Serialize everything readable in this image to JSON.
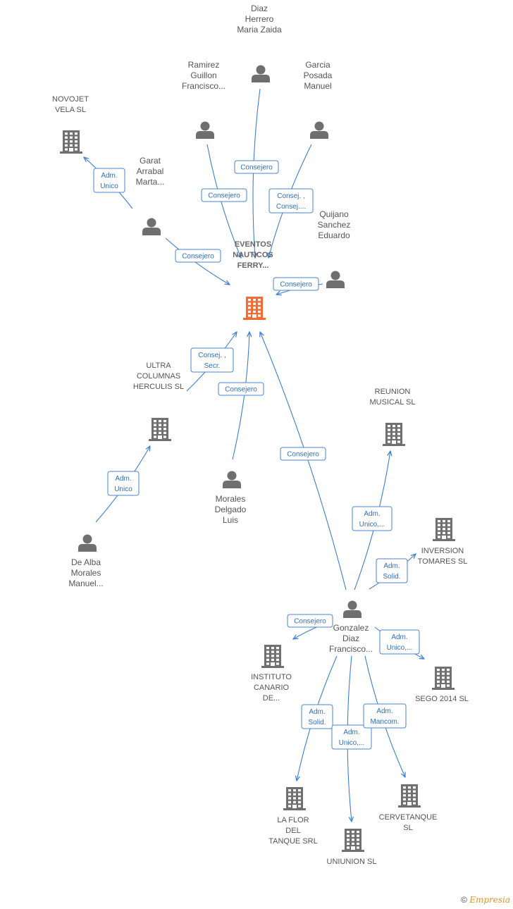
{
  "diagram": {
    "nodes": [
      {
        "id": "eventos",
        "kind": "company-main",
        "lines": [
          "EVENTOS",
          "NAUTICOS",
          "FERRY..."
        ]
      },
      {
        "id": "diaz",
        "kind": "person",
        "lines": [
          "Diaz",
          "Herrero",
          "Maria Zaida"
        ]
      },
      {
        "id": "ramirez",
        "kind": "person",
        "lines": [
          "Ramirez",
          "Guillon",
          "Francisco..."
        ]
      },
      {
        "id": "garcia",
        "kind": "person",
        "lines": [
          "Garcia",
          "Posada",
          "Manuel"
        ]
      },
      {
        "id": "novojet",
        "kind": "company",
        "lines": [
          "NOVOJET",
          "VELA SL"
        ]
      },
      {
        "id": "garat",
        "kind": "person",
        "lines": [
          "Garat",
          "Arrabal",
          "Marta..."
        ]
      },
      {
        "id": "quijano",
        "kind": "person",
        "lines": [
          "Quijano",
          "Sanchez",
          "Eduardo"
        ]
      },
      {
        "id": "ultra",
        "kind": "company",
        "lines": [
          "ULTRA",
          "COLUMNAS",
          "HERCULIS  SL"
        ]
      },
      {
        "id": "morales",
        "kind": "person",
        "lines": [
          "Morales",
          "Delgado",
          "Luis"
        ]
      },
      {
        "id": "dealba",
        "kind": "person",
        "lines": [
          "De Alba",
          "Morales",
          "Manuel..."
        ]
      },
      {
        "id": "reunion",
        "kind": "company",
        "lines": [
          "REUNION",
          "MUSICAL SL"
        ]
      },
      {
        "id": "inversion",
        "kind": "company",
        "lines": [
          "INVERSION",
          "TOMARES  SL"
        ]
      },
      {
        "id": "gonzalez",
        "kind": "person",
        "lines": [
          "Gonzalez",
          "Diaz",
          "Francisco..."
        ]
      },
      {
        "id": "instituto",
        "kind": "company",
        "lines": [
          "INSTITUTO",
          "CANARIO",
          "DE..."
        ]
      },
      {
        "id": "sego",
        "kind": "company",
        "lines": [
          "SEGO 2014  SL"
        ]
      },
      {
        "id": "laflor",
        "kind": "company",
        "lines": [
          "LA FLOR",
          "DEL",
          "TANQUE SRL"
        ]
      },
      {
        "id": "uniunion",
        "kind": "company",
        "lines": [
          "UNIUNION  SL"
        ]
      },
      {
        "id": "cervetanque",
        "kind": "company",
        "lines": [
          "CERVETANQUE",
          "SL"
        ]
      }
    ],
    "edges": [
      {
        "from": "diaz",
        "to": "eventos",
        "label": [
          "Consejero"
        ]
      },
      {
        "from": "ramirez",
        "to": "eventos",
        "label": [
          "Consejero"
        ]
      },
      {
        "from": "garcia",
        "to": "eventos",
        "label": [
          "Consej. ,",
          "Consej...."
        ]
      },
      {
        "from": "garat",
        "to": "novojet",
        "label": [
          "Adm.",
          "Unico"
        ]
      },
      {
        "from": "garat",
        "to": "eventos",
        "label": [
          "Consejero"
        ]
      },
      {
        "from": "quijano",
        "to": "eventos",
        "label": [
          "Consejero"
        ]
      },
      {
        "from": "ultra",
        "to": "eventos",
        "label": [
          "Consej. ,",
          "Secr."
        ]
      },
      {
        "from": "morales",
        "to": "eventos",
        "label": [
          "Consejero"
        ]
      },
      {
        "from": "dealba",
        "to": "ultra",
        "label": [
          "Adm.",
          "Unico"
        ]
      },
      {
        "from": "gonzalez",
        "to": "eventos",
        "label": [
          "Consejero"
        ]
      },
      {
        "from": "gonzalez",
        "to": "reunion",
        "label": [
          "Adm.",
          "Unico,..."
        ]
      },
      {
        "from": "gonzalez",
        "to": "inversion",
        "label": [
          "Adm.",
          "Solid."
        ]
      },
      {
        "from": "gonzalez",
        "to": "instituto",
        "label": [
          "Consejero"
        ]
      },
      {
        "from": "gonzalez",
        "to": "sego",
        "label": [
          "Adm.",
          "Unico,..."
        ]
      },
      {
        "from": "gonzalez",
        "to": "laflor",
        "label": [
          "Adm.",
          "Solid."
        ]
      },
      {
        "from": "gonzalez",
        "to": "uniunion",
        "label": [
          "Adm.",
          "Unico,..."
        ]
      },
      {
        "from": "gonzalez",
        "to": "cervetanque",
        "label": [
          "Adm.",
          "Mancom."
        ]
      }
    ]
  },
  "colors": {
    "edge": "#3d7fd6",
    "person": "#6f6f6f",
    "company": "#707070",
    "main_company": "#f26b35"
  },
  "footer": {
    "copyright": "©",
    "brand": "Empresia"
  }
}
